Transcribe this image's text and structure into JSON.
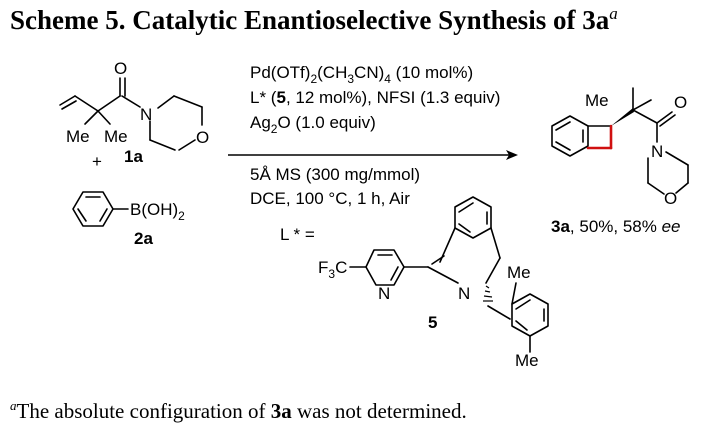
{
  "title": {
    "main": "Scheme 5. Catalytic Enantioselective Synthesis of 3a",
    "note_mark": "a"
  },
  "reagents": {
    "catalyst_pre": "Pd(OTf)",
    "catalyst_sub1": "2",
    "catalyst_mid": "(CH",
    "catalyst_sub2": "3",
    "catalyst_mid2": "CN)",
    "catalyst_sub3": "4",
    "catalyst_post": " (10 mol%)",
    "ligand_pre": "L* (",
    "ligand_num": "5",
    "ligand_post": ", 12 mol%), NFSI (1.3 equiv)",
    "oxidant_pre": "Ag",
    "oxidant_sub": "2",
    "oxidant_post": "O (1.0 equiv)",
    "additive": "5Å MS (300 mg/mmol)",
    "conditions": "DCE, 100 °C, 1 h, Air"
  },
  "compounds": {
    "c1a": {
      "label": "1a",
      "atom_n": "N",
      "atom_o": "O",
      "carbonyl_o": "O",
      "me1": "Me",
      "me2": "Me"
    },
    "plus": "+",
    "c2a": {
      "label": "2a",
      "boron_pre": "B(OH)",
      "boron_sub": "2"
    },
    "c3a": {
      "label": "3a",
      "yield": ", 50%, 58% ",
      "ee": "ee",
      "me": "Me",
      "atom_n": "N",
      "atom_o": "O",
      "carbonyl_o": "O"
    },
    "c5": {
      "label": "5",
      "ligand_prefix": "L * =",
      "cf3_pre": "F",
      "cf3_sub": "3",
      "cf3_post": "C",
      "pyridine_n": "N",
      "imine_n": "N",
      "me_top": "Me",
      "me_bottom": "Me"
    }
  },
  "footnote": {
    "mark": "a",
    "text_pre": "The absolute configuration of ",
    "text_bold": "3a",
    "text_post": " was not determined."
  }
}
